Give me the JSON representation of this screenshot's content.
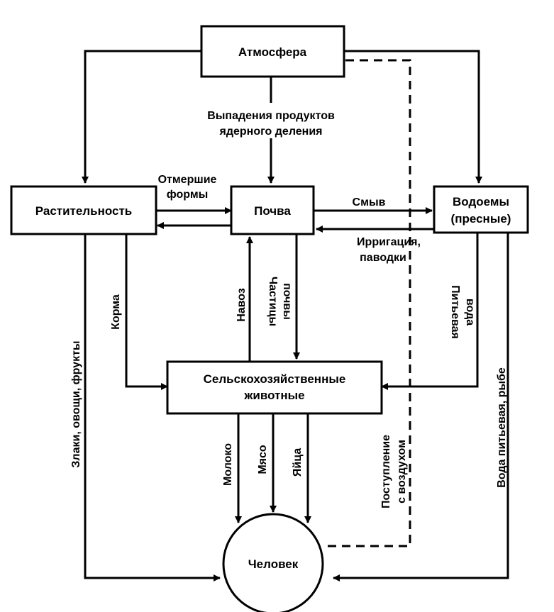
{
  "nodes": {
    "atmosphere": "Атмосфера",
    "vegetation": "Растительность",
    "soil": "Почва",
    "water_line1": "Водоемы",
    "water_line2": "(пресные)",
    "animals_line1": "Сельскохозяйственные",
    "animals_line2": "животные",
    "human": "Человек"
  },
  "edges": {
    "fallout_line1": "Выпадения продуктов",
    "fallout_line2": "ядерного деления",
    "dead_forms_line1": "Отмершие",
    "dead_forms_line2": "формы",
    "washout": "Смыв",
    "irrigation_line1": "Ирригация,",
    "irrigation_line2": "паводки",
    "feed": "Корма",
    "manure": "Навоз",
    "soil_particles_line1": "Частицы",
    "soil_particles_line2": "почвы",
    "drinking_water_line1": "Питьевая",
    "drinking_water_line2": "вода",
    "grains": "Злаки, овощи, фрукты",
    "milk": "Молоко",
    "meat": "Мясо",
    "eggs": "Яйца",
    "airborne_line1": "Поступление",
    "airborne_line2": "с воздухом",
    "water_fish": "Вода питьевая, рыбе"
  }
}
